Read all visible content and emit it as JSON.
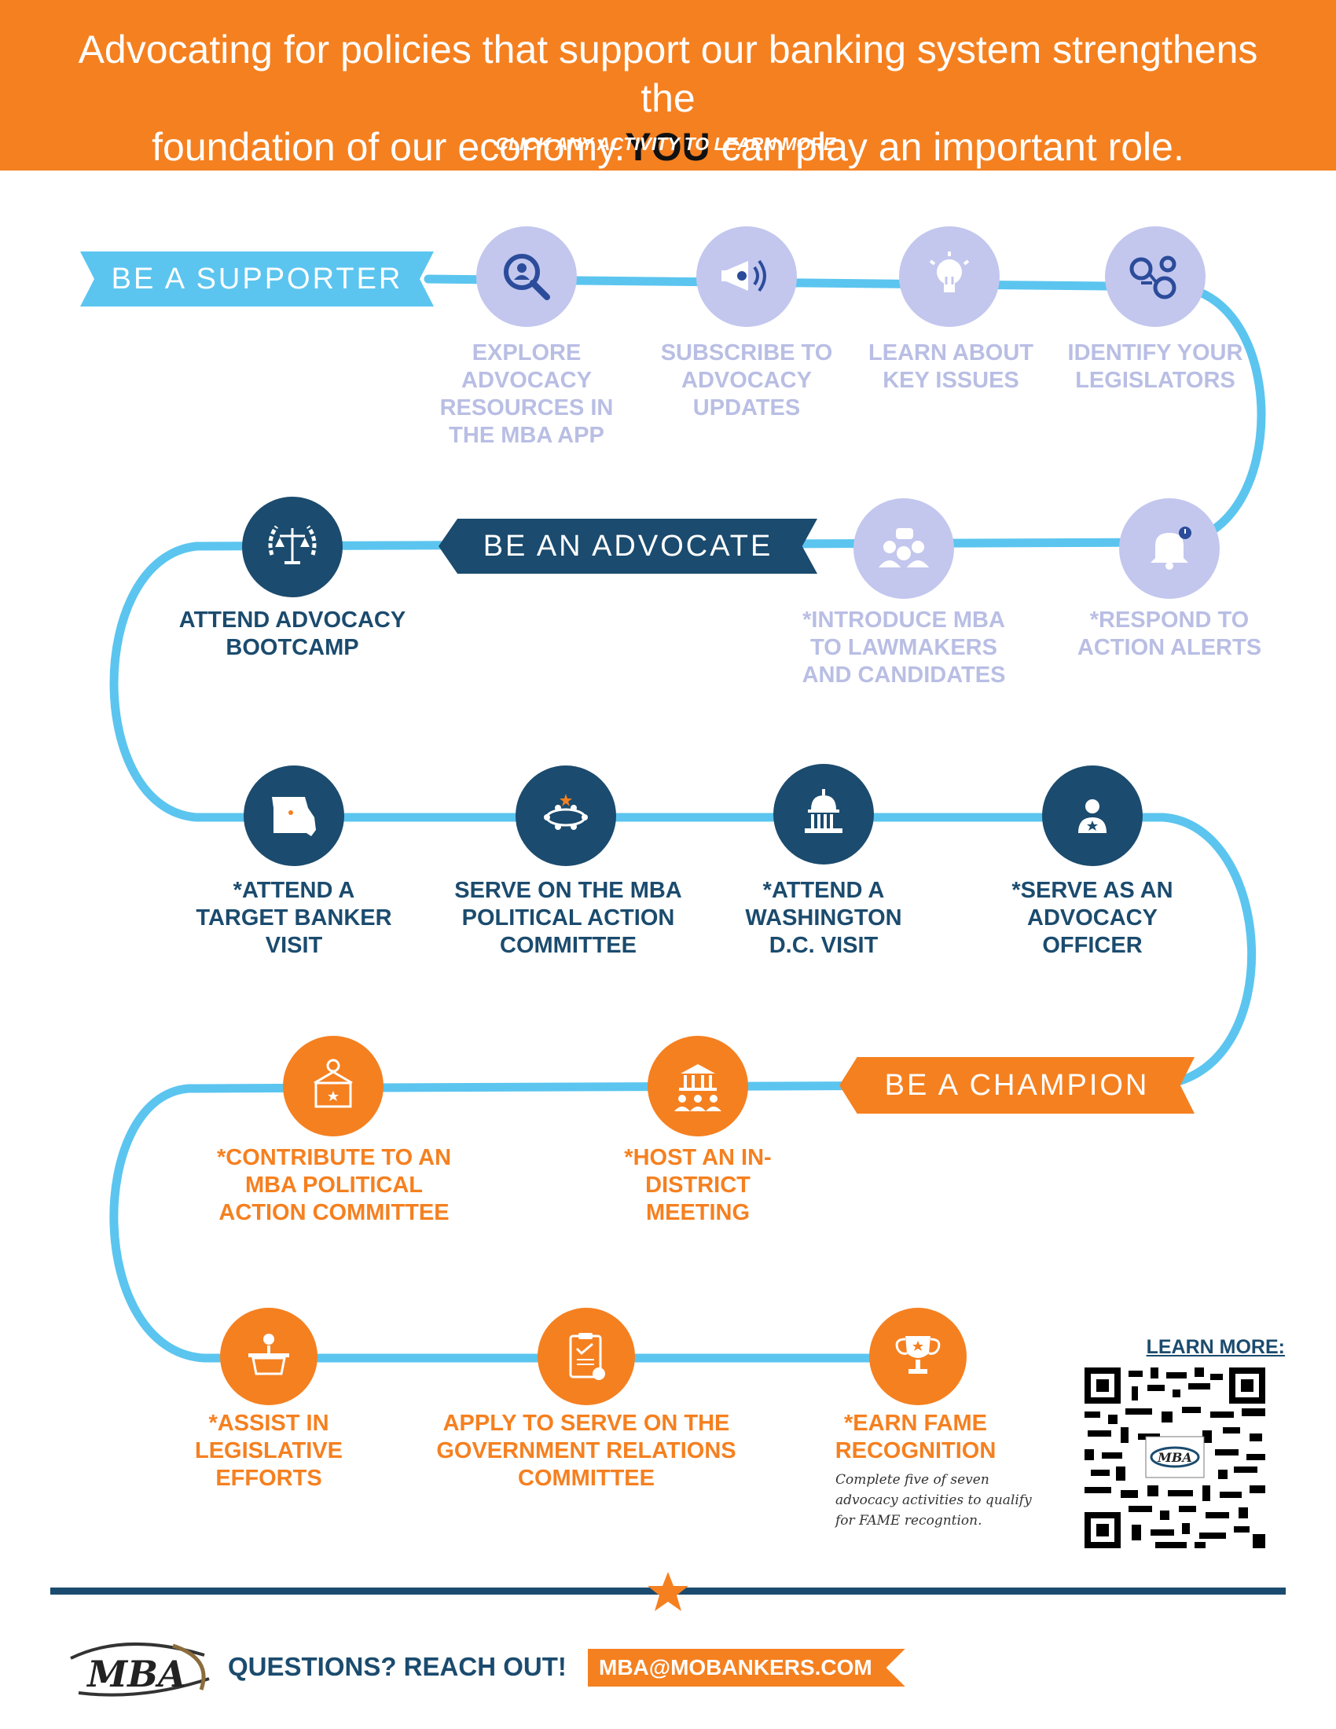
{
  "header": {
    "headline_line1": "Advocating for policies that support our banking system strengthens the",
    "headline_line2_pre": "foundation of our economy.",
    "headline_you": "YOU",
    "headline_line2_post": " can play an important role.",
    "cta": "CLICK ANY ACTIVITY TO LEARN MORE."
  },
  "colors": {
    "orange": "#f58020",
    "navy": "#1b4b6e",
    "sky": "#5bc5ef",
    "lavender": "#c3c7ee"
  },
  "banners": {
    "supporter": "BE A SUPPORTER",
    "advocate": "BE AN ADVOCATE",
    "champion": "BE A CHAMPION"
  },
  "activities": {
    "explore": "EXPLORE ADVOCACY RESOURCES IN THE MBA APP",
    "subscribe": "SUBSCRIBE TO ADVOCACY UPDATES",
    "learn": "LEARN ABOUT KEY ISSUES",
    "identify": "IDENTIFY YOUR LEGISLATORS",
    "respond": "*RESPOND TO ACTION ALERTS",
    "introduce": "*INTRODUCE MBA TO LAWMAKERS AND CANDIDATES",
    "bootcamp": "ATTEND ADVOCACY BOOTCAMP",
    "target": "*ATTEND A TARGET BANKER VISIT",
    "pac": "SERVE ON THE MBA POLITICAL ACTION COMMITTEE",
    "washington": "*ATTEND A WASHINGTON D.C. VISIT",
    "officer": "*SERVE AS AN ADVOCACY OFFICER",
    "contribute": "*CONTRIBUTE TO AN MBA POLITICAL ACTION COMMITTEE",
    "host": "*HOST AN IN-DISTRICT MEETING",
    "assist": "*ASSIST IN LEGISLATIVE EFFORTS",
    "apply": "APPLY TO SERVE ON THE GOVERNMENT RELATIONS COMMITTEE",
    "fame": "*EARN FAME RECOGNITION"
  },
  "icons": {
    "explore": "magnifier-person-icon",
    "subscribe": "megaphone-icon",
    "learn": "lightbulb-icon",
    "identify": "people-network-icon",
    "respond": "bell-alert-icon",
    "introduce": "chat-group-icon",
    "bootcamp": "scales-laurel-icon",
    "target": "missouri-map-icon",
    "pac": "meeting-table-icon",
    "washington": "capitol-dome-icon",
    "officer": "officer-star-icon",
    "contribute": "ballot-box-icon",
    "host": "courthouse-people-icon",
    "assist": "podium-speaker-icon",
    "apply": "clipboard-check-icon",
    "fame": "trophy-icon"
  },
  "fame_note": "Complete five of seven advocacy activities to qualify for FAME recogntion.",
  "learn_more": "LEARN MORE:",
  "qr_logo": "MBA",
  "footer": {
    "logo": "MBA",
    "questions": "QUESTIONS? REACH OUT!",
    "email": "MBA@MOBANKERS.COM"
  }
}
